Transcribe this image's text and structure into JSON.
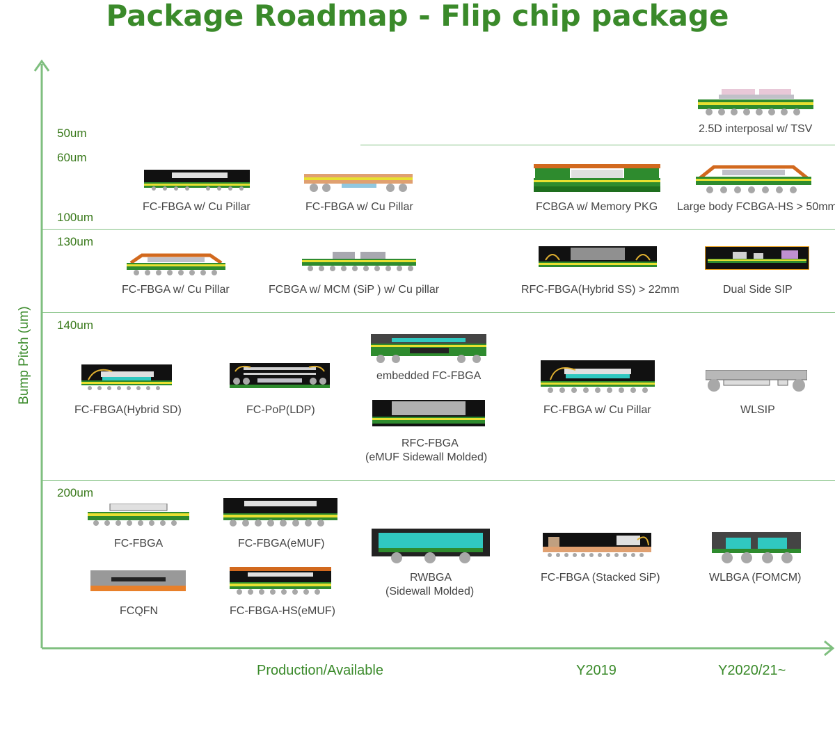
{
  "title": "Package Roadmap - Flip chip package",
  "axes": {
    "y_label": "Bump Pitch (um)",
    "x_categories": [
      "Production/Available",
      "Y2019",
      "Y2020/21~"
    ]
  },
  "pitch_levels": [
    "50um",
    "60um",
    "100um",
    "130um",
    "140um",
    "200um"
  ],
  "packages": {
    "interposer_25d": "2.5D interposal w/ TSV",
    "fcfbga_cu_pillar_1": "FC-FBGA w/ Cu Pillar",
    "fcfbga_cu_pillar_2": "FC-FBGA w/ Cu Pillar",
    "fcbga_memory": "FCBGA w/ Memory PKG",
    "large_body": "Large body FCBGA-HS > 50mm",
    "fcfbga_cu_pillar_3": "FC-FBGA w/ Cu Pillar",
    "fcbga_mcm": "FCBGA w/ MCM (SiP ) w/ Cu pillar",
    "rfc_hybrid_ss": "RFC-FBGA(Hybrid SS) > 22mm",
    "dual_side_sip": "Dual Side SIP",
    "fcfbga_hybrid_sd": "FC-FBGA(Hybrid SD)",
    "fcpop_ldp": "FC-PoP(LDP)",
    "embedded_fcfbga": "embedded FC-FBGA",
    "rfc_fbga_line1": "RFC-FBGA",
    "rfc_fbga_line2": "(eMUF Sidewall Molded)",
    "fcfbga_cu_pillar_4": "FC-FBGA w/ Cu Pillar",
    "wlsip": "WLSIP",
    "fcfbga": "FC-FBGA",
    "fcfbga_emuf": "FC-FBGA(eMUF)",
    "fcqfn": "FCQFN",
    "fcfbga_hs_emuf": "FC-FBGA-HS(eMUF)",
    "rwbga_line1": "RWBGA",
    "rwbga_line2": "(Sidewall Molded)",
    "fcfbga_stacked_sip": "FC-FBGA (Stacked SiP)",
    "wlbga_fomcm": "WLBGA (FOMCM)"
  },
  "colors": {
    "accent_green": "#3a8a2a",
    "axis_green": "#7fbf7f",
    "substrate_green": "#2e8b2e",
    "pad_yellow": "#e8e030",
    "heatspreader_orange": "#d2691e",
    "underfill_cyan": "#30c8c0",
    "ball_gray": "#a8a8a8"
  }
}
